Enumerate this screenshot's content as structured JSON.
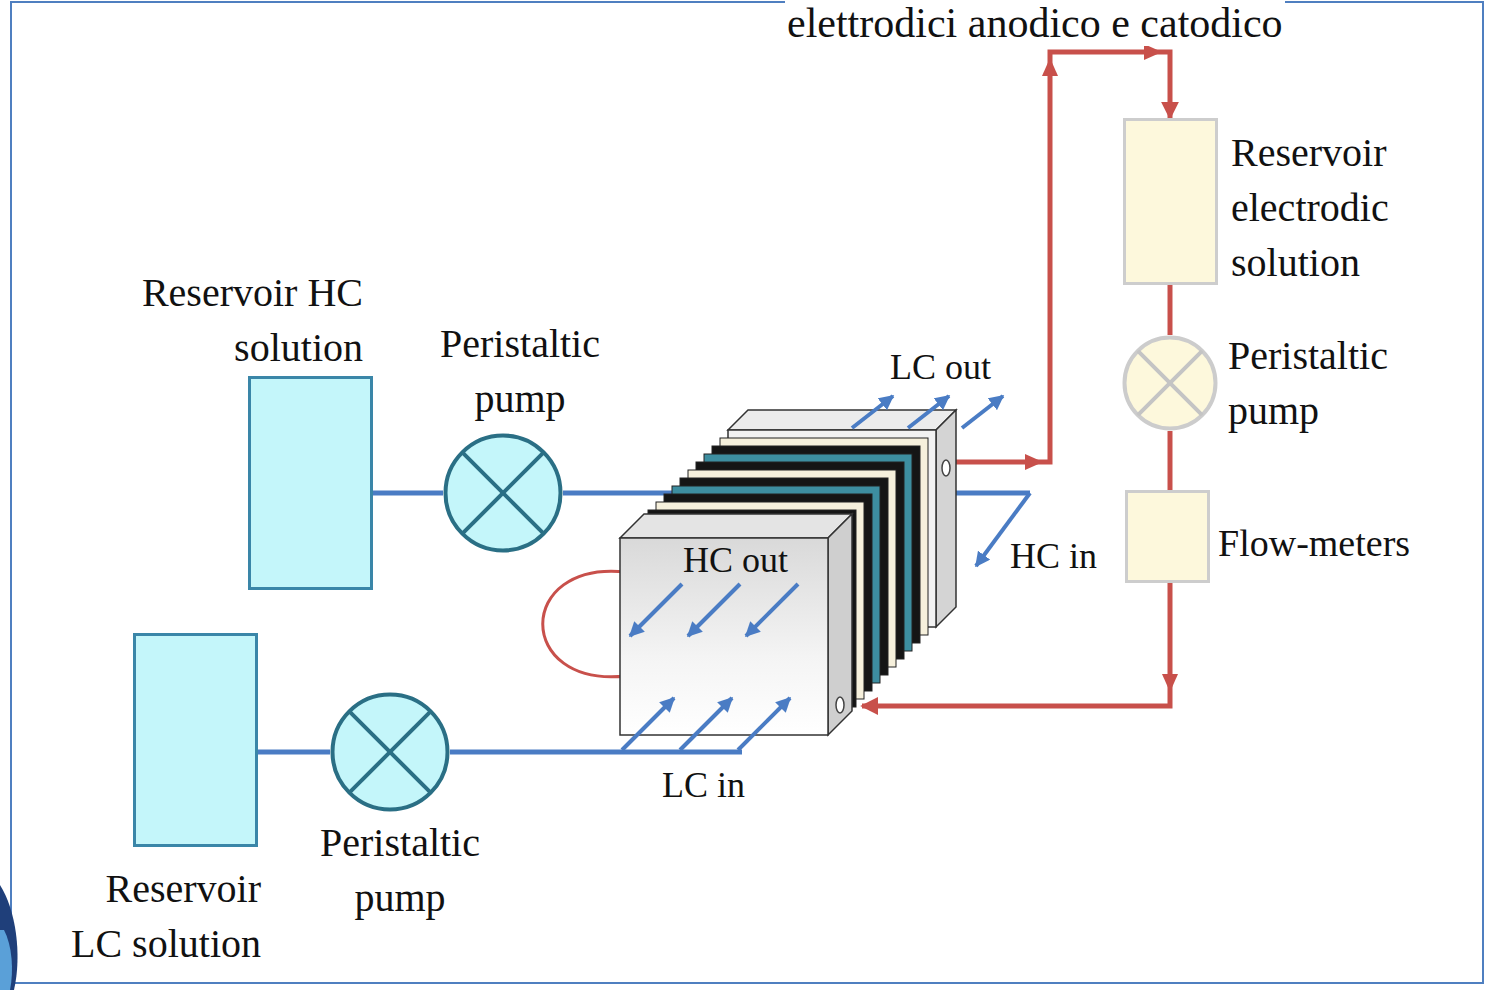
{
  "diagram": {
    "nodes": [
      {
        "text": [
          "Reservoir HC solution"
        ]
      },
      {
        "text": [
          "Peristaltic pump"
        ]
      },
      {
        "text": [
          "Reservoir LC solution"
        ]
      },
      {
        "text": [
          "Peristaltic pump"
        ]
      },
      {
        "text": [
          "HC out"
        ]
      },
      {
        "text": [
          "Reservoir electrodic solution"
        ]
      },
      {
        "text": [
          "Peristaltic pump"
        ]
      },
      {
        "text": [
          "Flow-meters"
        ]
      }
    ],
    "edges": [
      {
        "from": 0,
        "to": 1,
        "arrow": "none"
      },
      {
        "from": 1,
        "to": 4,
        "arrow": "none"
      },
      {
        "from": 2,
        "to": 3,
        "arrow": "none"
      },
      {
        "from": 3,
        "to": 4,
        "arrow": "none"
      },
      {
        "from": 4,
        "to": 5,
        "arrow": "to"
      },
      {
        "from": 5,
        "to": 6,
        "arrow": "none"
      },
      {
        "from": 6,
        "to": 7,
        "arrow": "none"
      },
      {
        "from": 7,
        "to": 4,
        "arrow": "to"
      }
    ],
    "labels": [
      "elettrodici anodico e catodico",
      "LC out",
      "HC in",
      "LC in"
    ]
  }
}
